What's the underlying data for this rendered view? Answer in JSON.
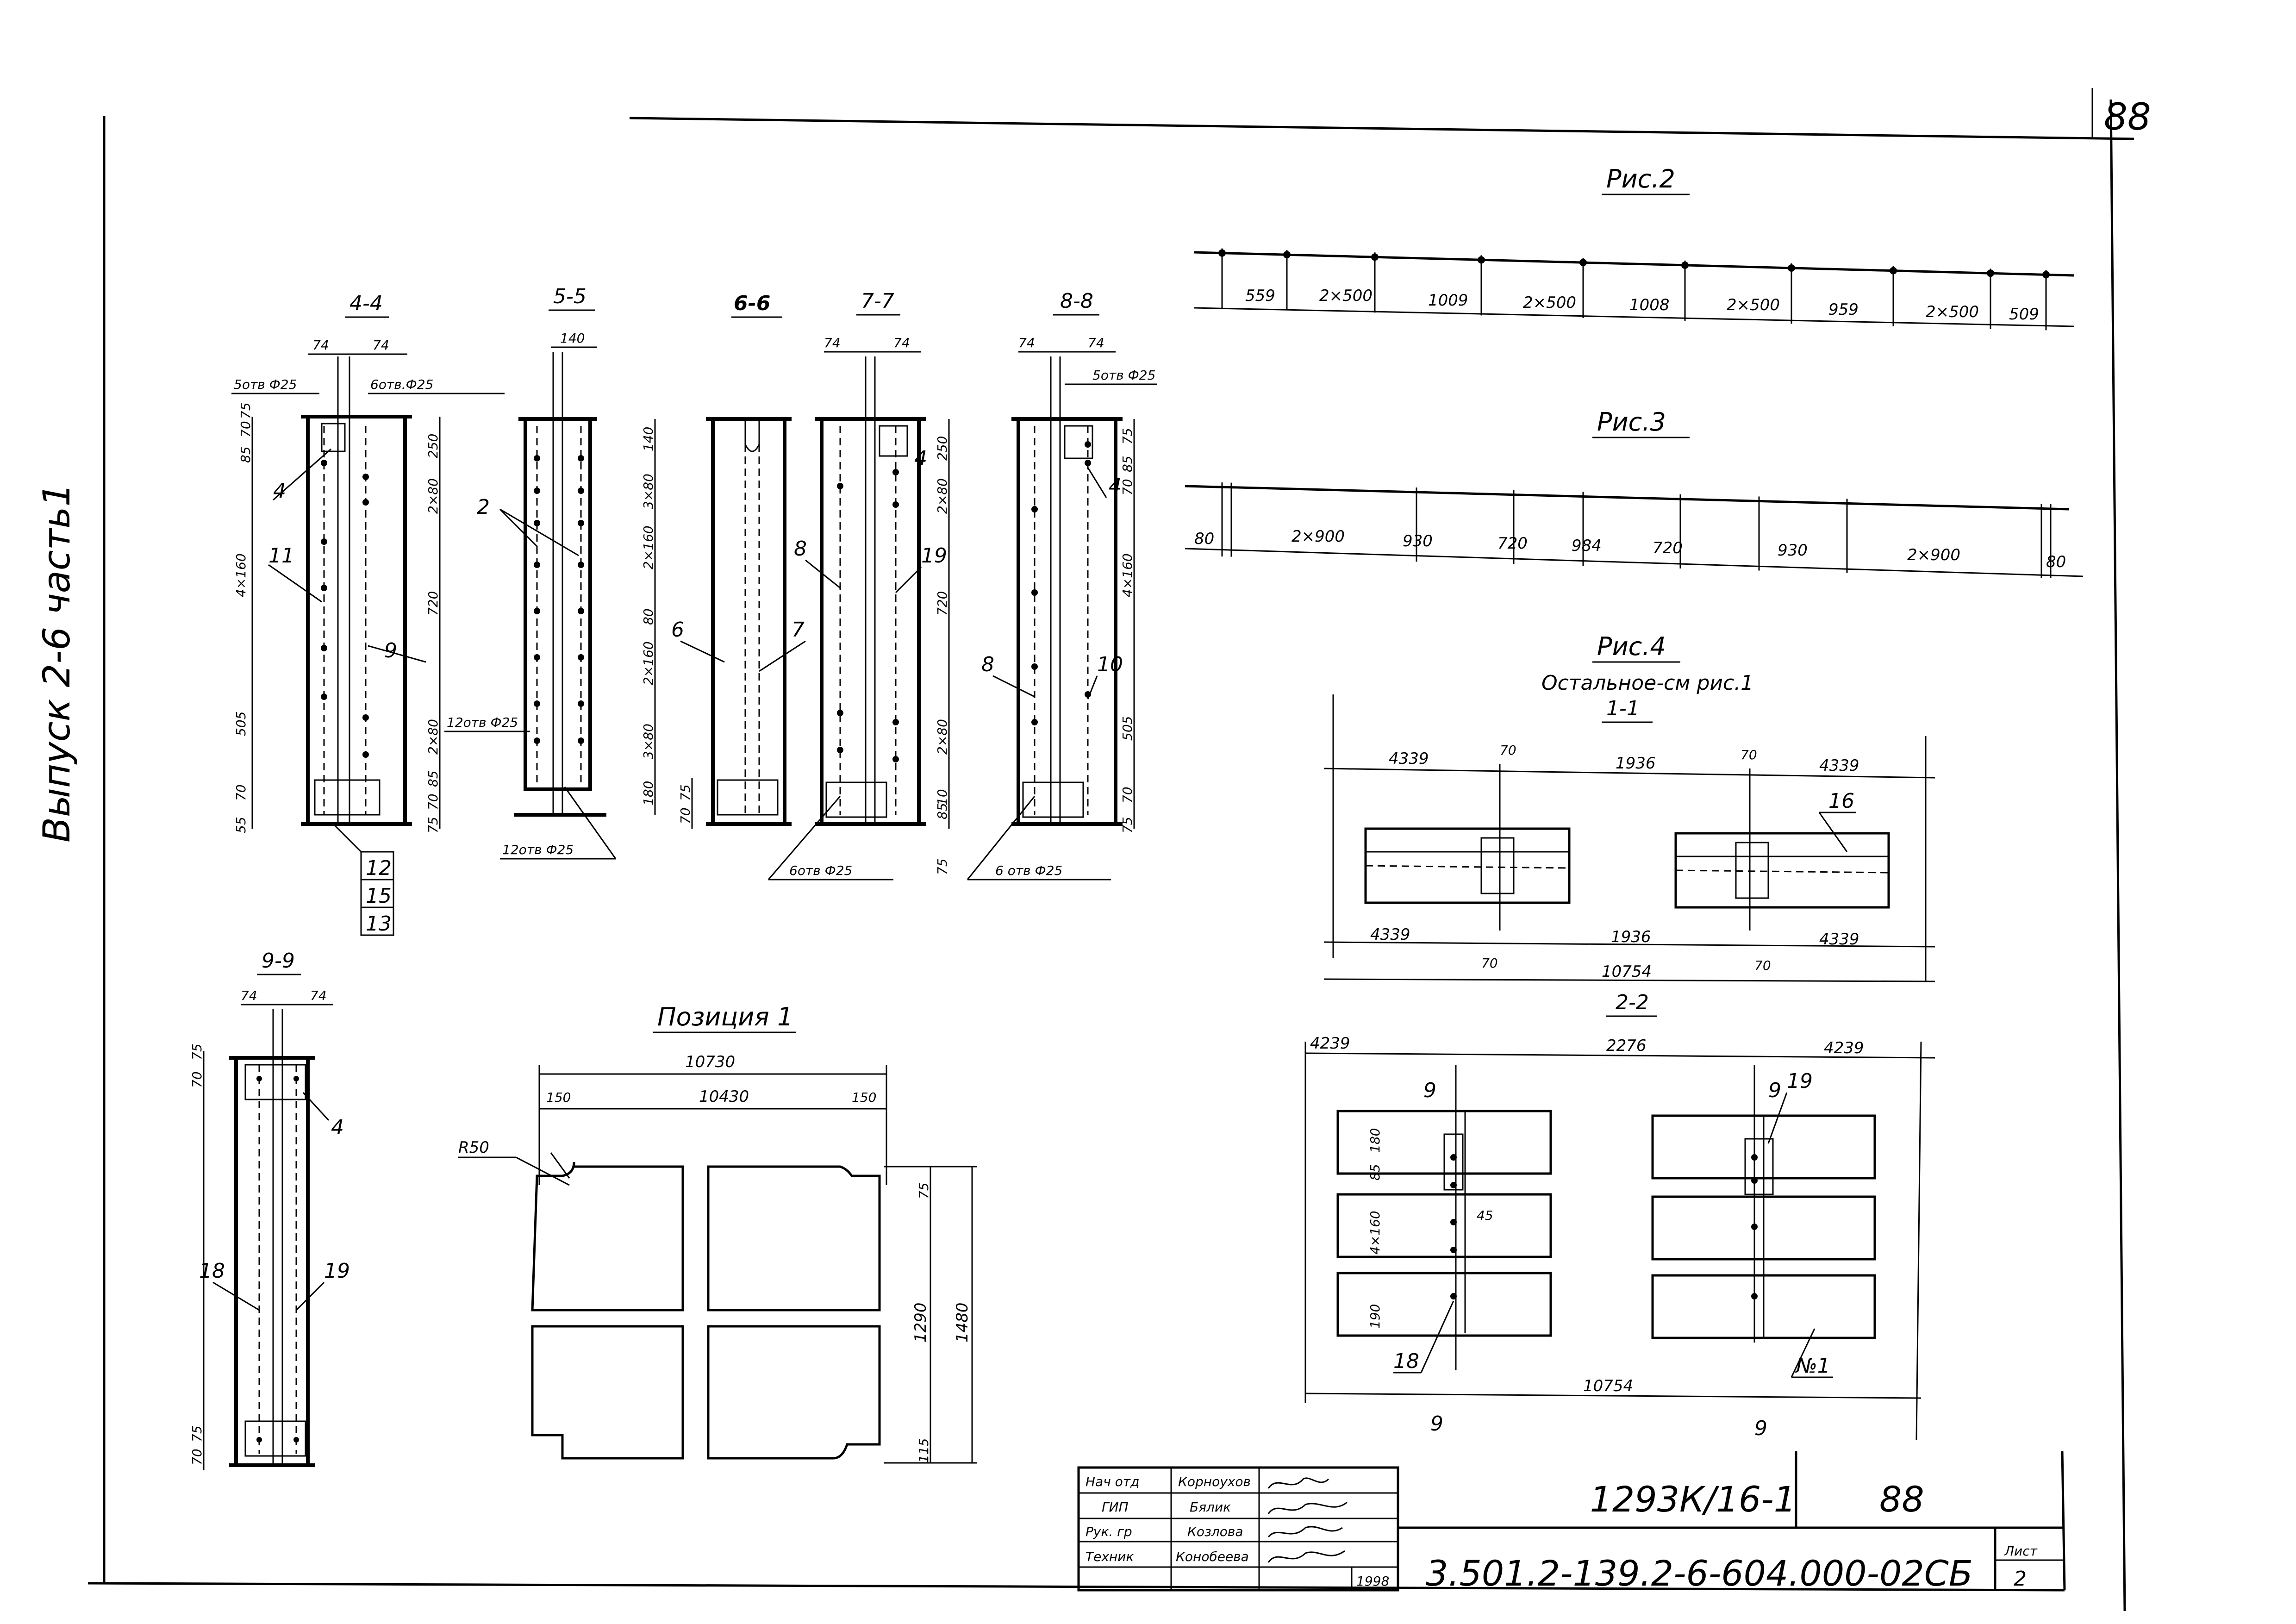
{
  "page": {
    "sheet_number_top": "88",
    "side_title": "Выпуск 2-6 часть1"
  },
  "fig2": {
    "title": "Рис.2",
    "spans": [
      "559",
      "2×500",
      "1009",
      "2×500",
      "1008",
      "2×500",
      "959",
      "2×500",
      "509"
    ]
  },
  "fig3": {
    "title": "Рис.3",
    "spans": [
      "80",
      "2×900",
      "930",
      "720",
      "984",
      "720",
      "930",
      "2×900",
      "80"
    ]
  },
  "fig4": {
    "title": "Рис.4",
    "subtitle": "Остальное-см рис.1",
    "section1": {
      "title": "1-1",
      "top_dims": [
        "4339",
        "70",
        "1936",
        "70",
        "4339"
      ],
      "bottom_dims": [
        "4339",
        "1936",
        "4339"
      ],
      "small_dims": [
        "70",
        "70"
      ],
      "total": "10754",
      "callout": "16"
    },
    "section2": {
      "title": "2-2",
      "top_dims": [
        "4239",
        "2276",
        "4239"
      ],
      "left_marks": [
        "9"
      ],
      "right_marks": [
        "9",
        "19"
      ],
      "side_dims": [
        "180",
        "85",
        "4×160",
        "190"
      ],
      "inner": "45",
      "callout_left": "18",
      "callout_right": "№1",
      "total": "10754",
      "bottom_left": "9",
      "bottom_right": "9"
    }
  },
  "sections": {
    "s44": {
      "title": "4-4",
      "top_dims": [
        "74",
        "74"
      ],
      "holes_left": "5отв Ф25",
      "holes_right": "6отв.Ф25",
      "left_dims": [
        "85",
        "70",
        "75",
        "4×160",
        "505",
        "70",
        "55"
      ],
      "right_dims": [
        "250",
        "2×80",
        "720",
        "2×80",
        "85",
        "70",
        "75"
      ],
      "callouts": [
        "4",
        "11",
        "9",
        "12",
        "15",
        "13"
      ]
    },
    "s55": {
      "title": "5-5",
      "top_dims": [
        "140"
      ],
      "right_dims": [
        "140",
        "3×80",
        "2×160",
        "80",
        "2×160",
        "3×80",
        "180"
      ],
      "callouts": [
        "2"
      ],
      "holes_mid": "12отв Ф25",
      "holes_bottom": "12отв Ф25"
    },
    "s66": {
      "title": "6-6",
      "left_dims": [
        "75",
        "70"
      ],
      "callouts": [
        "6",
        "7"
      ]
    },
    "s77": {
      "title": "7-7",
      "top_dims": [
        "74",
        "74"
      ],
      "right_dims": [
        "250",
        "2×80",
        "720",
        "2×80",
        "10",
        "85",
        "75"
      ],
      "callouts": [
        "4",
        "8",
        "19"
      ],
      "holes_bottom": "6отв Ф25"
    },
    "s88": {
      "title": "8-8",
      "top_dims": [
        "74",
        "74"
      ],
      "holes_right": "5отв Ф25",
      "right_dims": [
        "75",
        "85",
        "70",
        "4×160",
        "505",
        "70",
        "75"
      ],
      "callouts": [
        "4",
        "8",
        "10"
      ],
      "holes_bottom": "6 отв Ф25"
    },
    "s99": {
      "title": "9-9",
      "top_dims": [
        "74",
        "74"
      ],
      "left_dims": [
        "75",
        "70",
        "75",
        "70"
      ],
      "callouts": [
        "4",
        "18",
        "19"
      ]
    }
  },
  "position1": {
    "title": "Позиция 1",
    "dims_top": [
      "10730",
      "150",
      "10430",
      "150"
    ],
    "radius": "R50",
    "dims_right": [
      "75",
      "1290",
      "1480",
      "115"
    ]
  },
  "title_block": {
    "rows": [
      {
        "role": "Нач отд",
        "name": "Корноухов"
      },
      {
        "role": "ГИП",
        "name": "Бялик"
      },
      {
        "role": "Рук. гр",
        "name": "Козлова"
      },
      {
        "role": "Техник",
        "name": "Конобеева"
      }
    ],
    "year": "1998",
    "order_no": "1293К/16-1",
    "sheet_no": "88",
    "doc_code": "3.501.2-139.2-6-604.000-02СБ",
    "list_label": "Лист",
    "list_no": "2"
  }
}
